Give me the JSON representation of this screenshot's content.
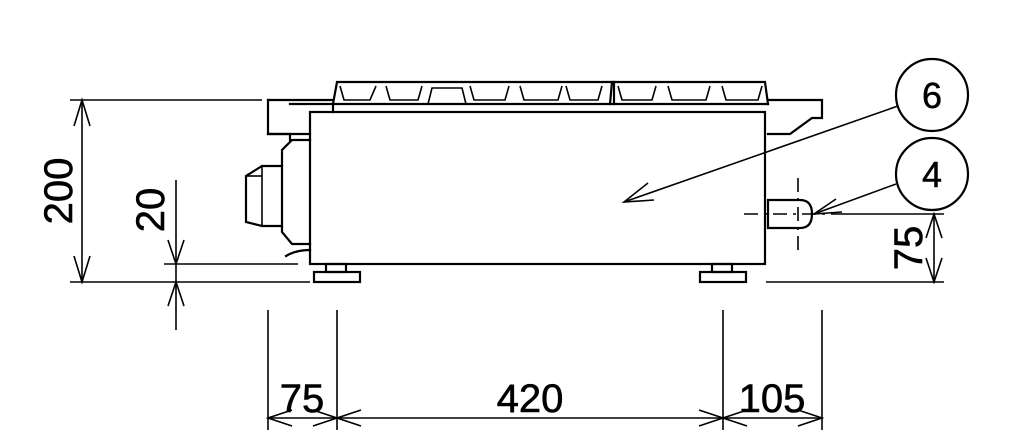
{
  "dimensions": {
    "overall_height": "200",
    "foot_height": "20",
    "side_height": "75",
    "left_offset": "75",
    "foot_spacing": "420",
    "right_offset": "105"
  },
  "balloons": {
    "body": "6",
    "side_part": "4"
  }
}
